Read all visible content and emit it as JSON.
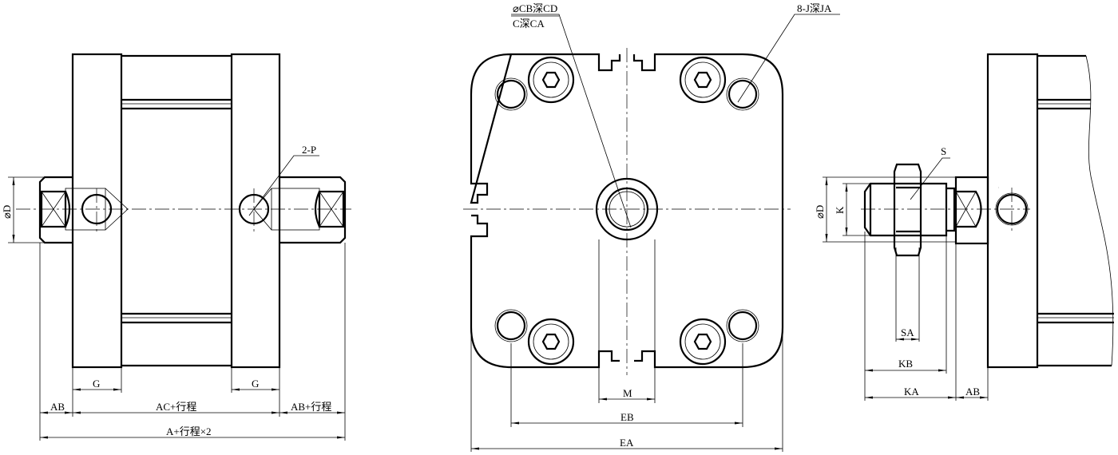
{
  "side_view_left": {
    "diameter_label": "⌀D",
    "port_label": "2-P",
    "g_left": "G",
    "g_right": "G",
    "ab_label": "AB",
    "ac_label": "AC+行程",
    "ab_stroke_label": "AB+行程",
    "total_label": "A+行程×2"
  },
  "front_view": {
    "counterbore_label": "⌀CB深CD",
    "thread_label": "C深CA",
    "holes_label": "8-J深JA",
    "m_label": "M",
    "eb_label": "EB",
    "ea_label": "EA"
  },
  "side_view_right": {
    "s_label": "S",
    "diameter_label": "⌀D",
    "k_label": "K",
    "sa_label": "SA",
    "kb_label": "KB",
    "ka_label": "KA",
    "ab_label": "AB"
  }
}
